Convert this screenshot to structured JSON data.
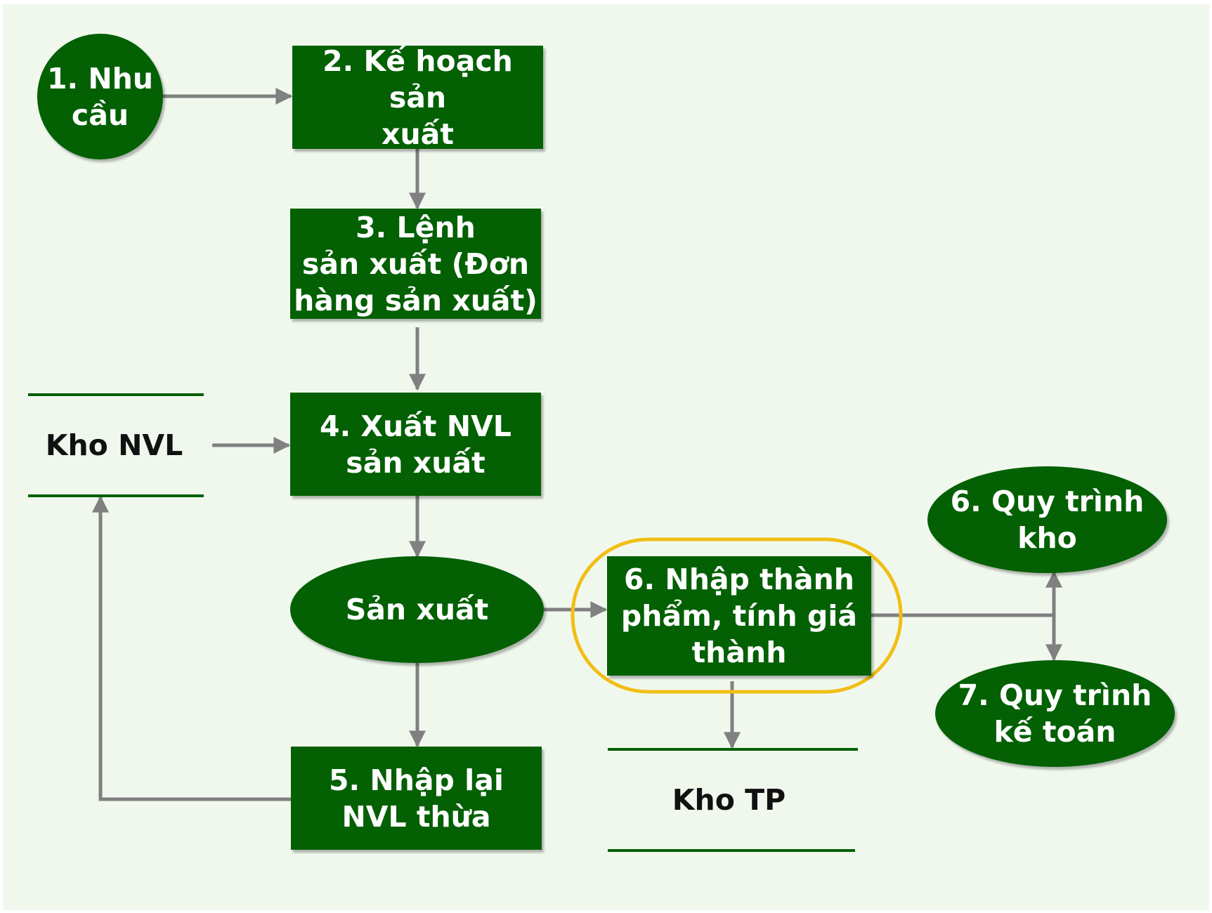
{
  "nodes": {
    "n1_demand": "1. Nhu\ncầu",
    "n2_plan": "2. Kế hoạch sản\nxuất",
    "n3_order": "3. Lệnh\nsản xuất (Đơn\nhàng sản xuất)",
    "n4_issue": "4. Xuất NVL\nsản xuất",
    "production": "Sản xuất",
    "n5_return": "5. Nhập lại\nNVL thừa",
    "n6_receipt": "6. Nhập thành\nphẩm, tính giá\nthành",
    "n6_warehouse_process": "6. Quy trình\nkho",
    "n7_accounting_process": "7. Quy trình\nkế toán"
  },
  "stores": {
    "raw_materials": "Kho NVL",
    "finished_goods": "Kho TP"
  },
  "colors": {
    "node_fill": "#036003",
    "arrow": "#808080",
    "highlight": "#f2be16",
    "background": "#f0f8ee"
  }
}
